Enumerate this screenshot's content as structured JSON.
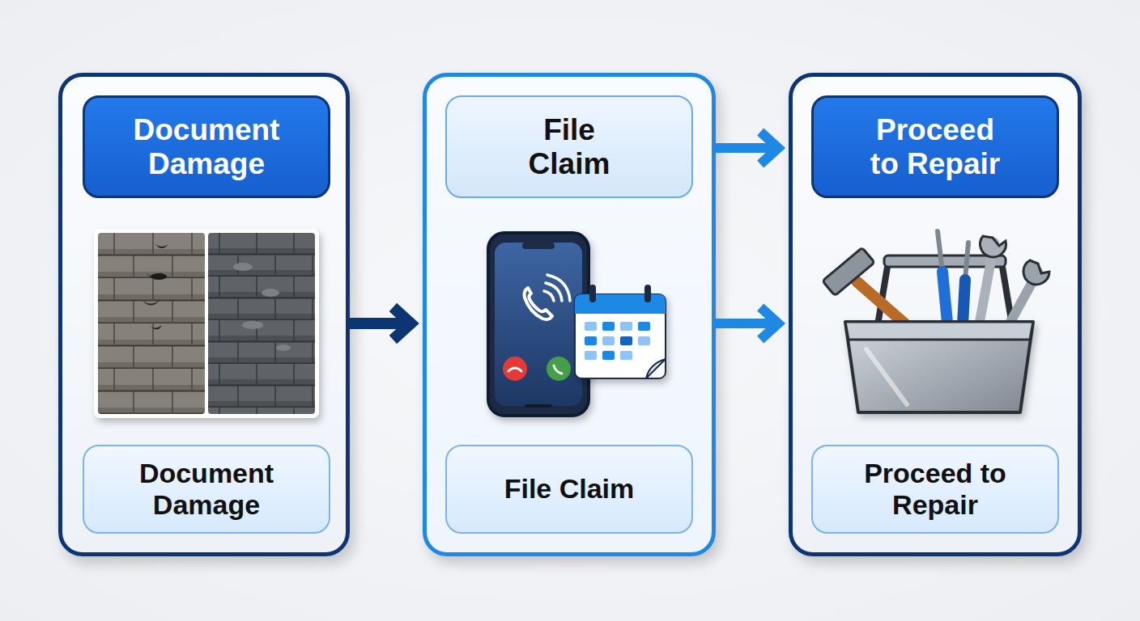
{
  "diagram": {
    "nodes": [
      {
        "text": []
      },
      {
        "text": [
          "Document Damage"
        ],
        "in": 0
      },
      {
        "text": [
          "Document Damage"
        ],
        "in": 0
      },
      {
        "text": []
      },
      {
        "text": [
          "File Claim"
        ],
        "in": 3
      },
      {
        "text": [
          "File Claim"
        ],
        "in": 3
      },
      {
        "text": []
      },
      {
        "text": [
          "Proceed to Repair"
        ],
        "in": 6
      },
      {
        "text": [
          "Proceed to Repair"
        ],
        "in": 6
      }
    ],
    "edges": [
      {
        "from": 0,
        "to": 3,
        "arrow": "to"
      },
      {
        "from": 3,
        "to": 6,
        "arrow": "to"
      },
      {
        "from": 3,
        "to": 6,
        "arrow": "to"
      }
    ]
  }
}
